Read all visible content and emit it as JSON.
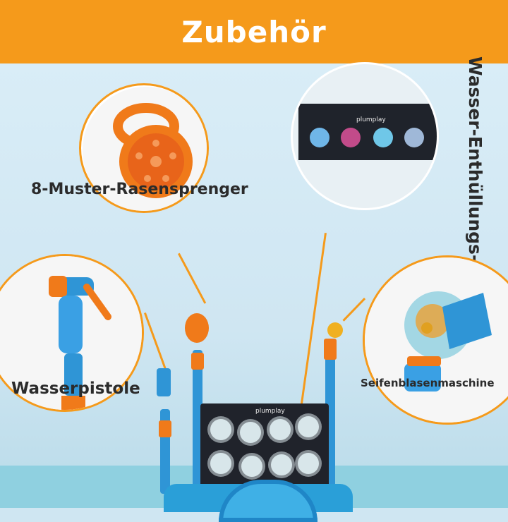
{
  "banner": {
    "title": "Zubehör"
  },
  "labels": {
    "sprinkler": "8-Muster-Rasensprenger",
    "wall": "Wasser-Enthüllungs-Malwand",
    "pistol": "Wasserpistole",
    "bubble": "Seifenblasenmaschine"
  },
  "brand": {
    "name": "plumplay"
  },
  "colors": {
    "accent": "#f59a1b",
    "pole": "#2f95d6",
    "board": "#20232b"
  }
}
